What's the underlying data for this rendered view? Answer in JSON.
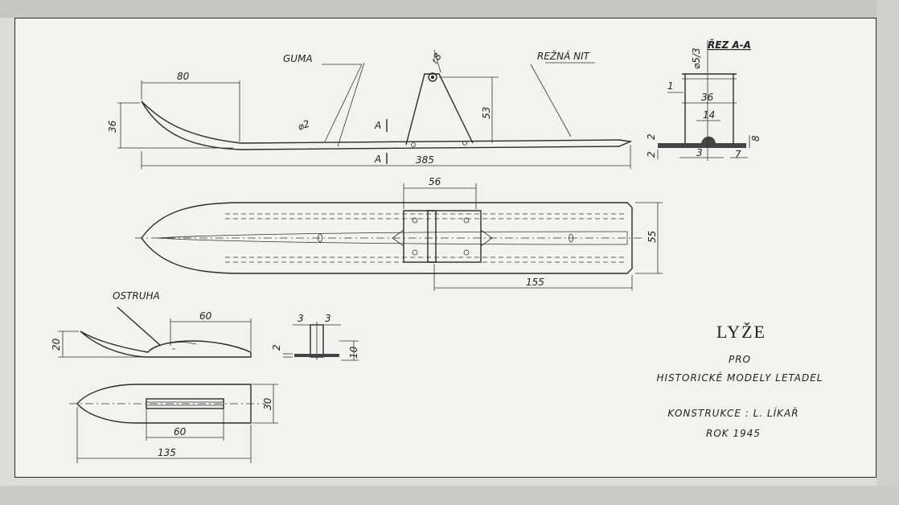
{
  "labels": {
    "guma": "GUMA",
    "rezna_nit": "REŽNÁ NIT",
    "rez": "ŘEZ A-A",
    "section_a": "A",
    "ostruha": "OSTRUHA",
    "phi2": "⌀2",
    "r8": "r8",
    "phi53": "⌀5/3"
  },
  "dims": {
    "d80": "80",
    "d36": "36",
    "d53": "53",
    "d385": "385",
    "d56": "56",
    "d55": "55",
    "d155": "155",
    "sec_1": "1",
    "sec_36": "36",
    "sec_14": "14",
    "sec_2a": "2",
    "sec_2b": "2",
    "sec_3": "3",
    "sec_7": "7",
    "sec_8": "8",
    "sp_60": "60",
    "sp_20": "20",
    "sp_60b": "60",
    "sp_135": "135",
    "sp_30": "30",
    "sm_3a": "3",
    "sm_3b": "3",
    "sm_2": "2",
    "sm_10": "10"
  },
  "title_block": {
    "title": "LYŽE",
    "pro": "PRO",
    "subtitle": "HISTORICKÉ MODELY LETADEL",
    "konstrukce": "KONSTRUKCE  :  L. LÍKAŘ",
    "rok": "ROK   1945"
  }
}
